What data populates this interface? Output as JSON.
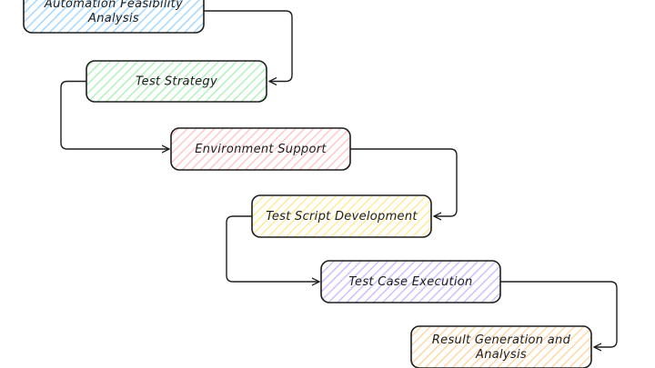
{
  "diagram": {
    "type": "flowchart",
    "nodes": [
      {
        "id": "n1",
        "lines": [
          "Automation Feasibility",
          "Analysis"
        ],
        "color": "#a5d8ff"
      },
      {
        "id": "n2",
        "lines": [
          "Test Strategy"
        ],
        "color": "#b2f2bb"
      },
      {
        "id": "n3",
        "lines": [
          "Environment Support"
        ],
        "color": "#ffc9c9"
      },
      {
        "id": "n4",
        "lines": [
          "Test Script Development"
        ],
        "color": "#ffec99"
      },
      {
        "id": "n5",
        "lines": [
          "Test Case Execution"
        ],
        "color": "#d0bfff"
      },
      {
        "id": "n6",
        "lines": [
          "Result Generation and",
          "Analysis"
        ],
        "color": "#ffd8a8"
      }
    ],
    "edges": [
      {
        "from": "n1",
        "to": "n2"
      },
      {
        "from": "n2",
        "to": "n3"
      },
      {
        "from": "n3",
        "to": "n4"
      },
      {
        "from": "n4",
        "to": "n5"
      },
      {
        "from": "n5",
        "to": "n6"
      }
    ]
  }
}
